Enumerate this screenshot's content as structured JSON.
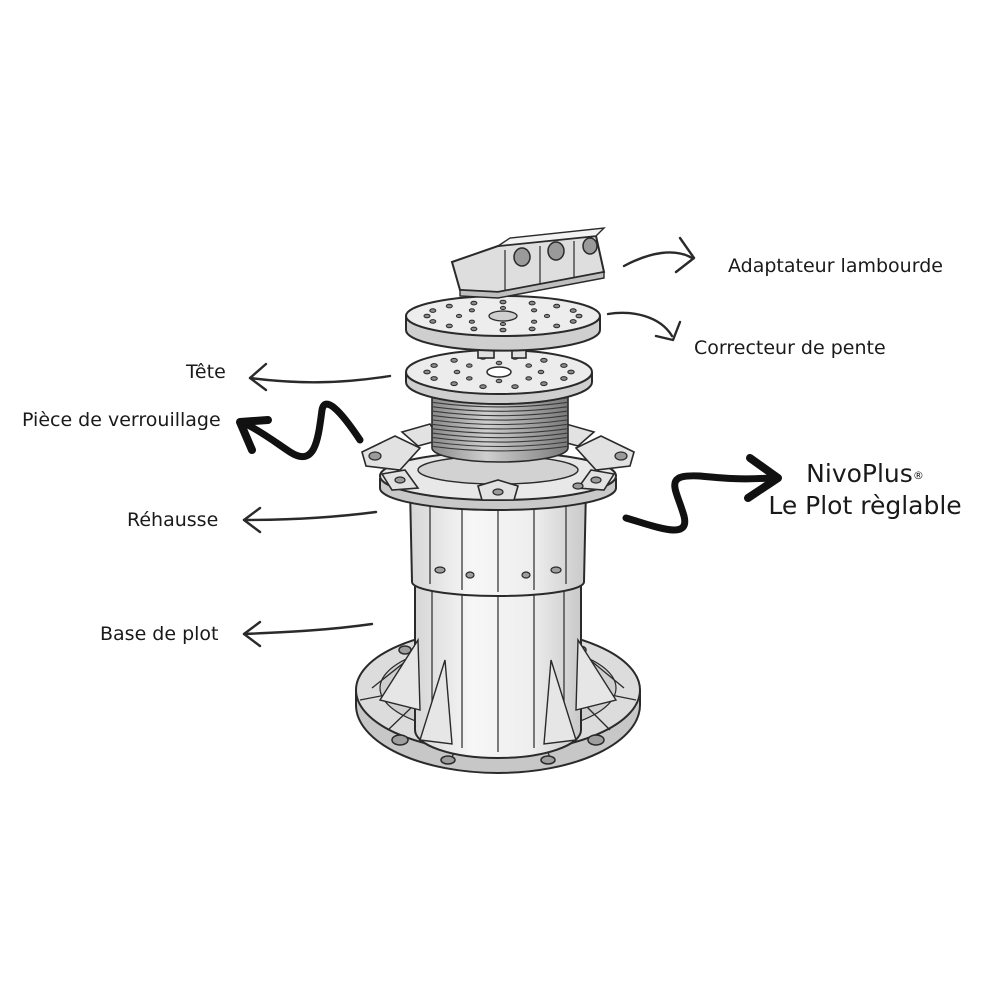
{
  "labels": {
    "adaptateur": "Adaptateur lambourde",
    "correcteur": "Correcteur de pente",
    "tete": "Tête",
    "verrouillage": "Pièce de verrouillage",
    "rehausse": "Réhausse",
    "base": "Base de plot"
  },
  "brand": {
    "name": "NivoPlus",
    "mark": "®",
    "tagline": "Le Plot règlable"
  },
  "colors": {
    "line": "#2a2a2a",
    "fill_light": "#f2f2f2",
    "fill_mid": "#d4d4d4",
    "fill_dark": "#a9a9a9"
  }
}
